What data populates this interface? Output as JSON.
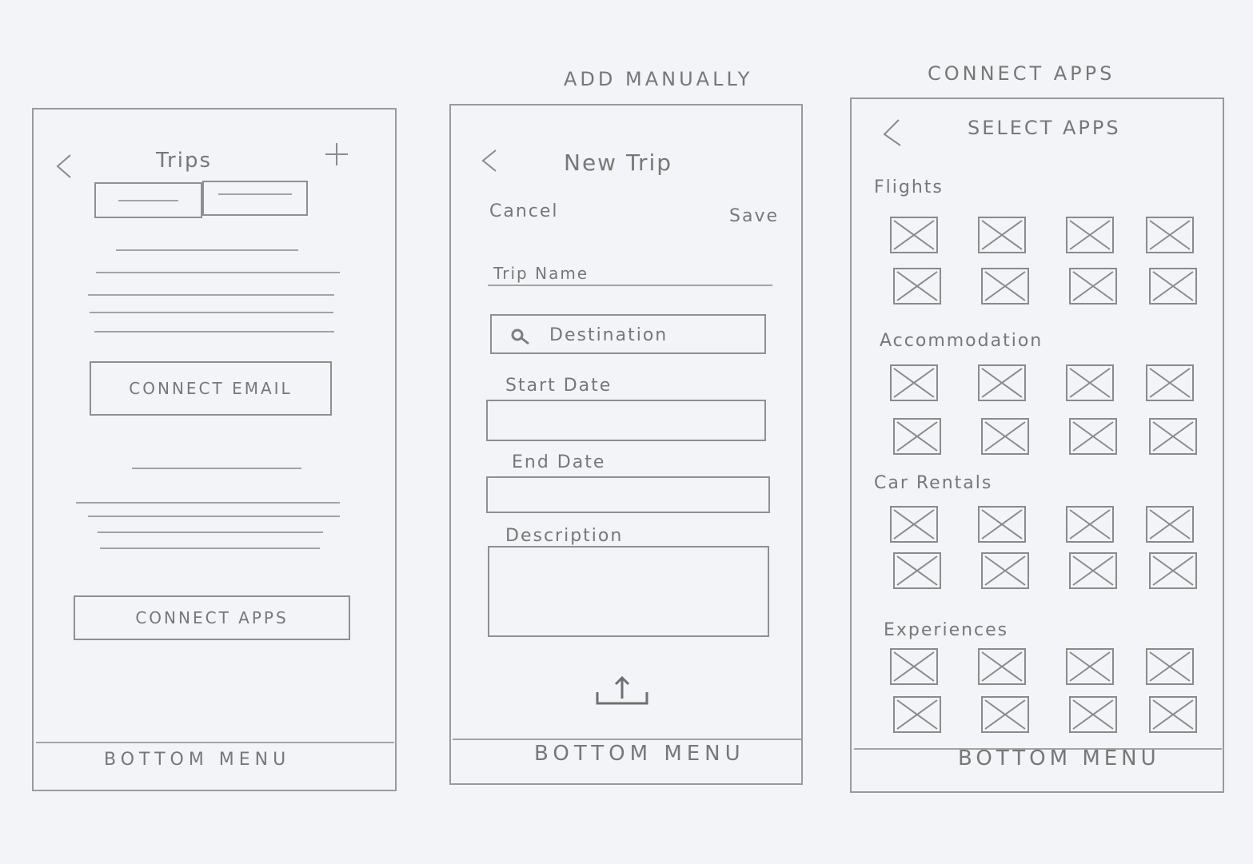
{
  "screens": {
    "trips": {
      "title": "Trips",
      "connect_email_label": "CONNECT EMAIL",
      "connect_apps_label": "CONNECT APPS",
      "bottom_menu": "BOTTOM MENU"
    },
    "add_manually": {
      "heading": "ADD MANUALLY",
      "title": "New Trip",
      "cancel_label": "Cancel",
      "save_label": "Save",
      "trip_name_placeholder": "Trip Name",
      "destination_placeholder": "Destination",
      "start_date_label": "Start Date",
      "end_date_label": "End Date",
      "description_label": "Description",
      "bottom_menu": "BOTTOM MENU"
    },
    "connect_apps": {
      "heading": "CONNECT APPS",
      "title": "SELECT APPS",
      "sections": [
        {
          "label": "Flights"
        },
        {
          "label": "Accommodation"
        },
        {
          "label": "Car Rentals"
        },
        {
          "label": "Experiences"
        }
      ],
      "bottom_menu": "BOTTOM MENU"
    }
  },
  "icons": {
    "back": "chevron-left-icon",
    "add": "plus-icon",
    "search": "search-icon",
    "share": "share-icon",
    "app_placeholder": "image-placeholder-icon"
  },
  "colors": {
    "pencil": "#8f8f8f",
    "paper": "#f3f4f7"
  }
}
